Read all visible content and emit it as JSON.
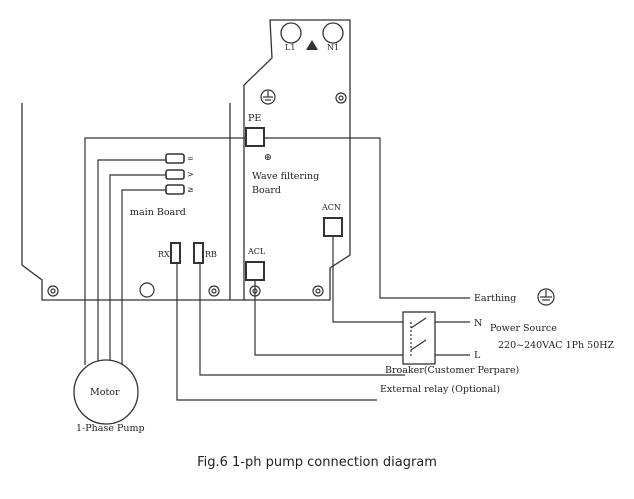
{
  "diagram": {
    "terminals": {
      "l1": "L1",
      "n1": "N1",
      "pe": "PE",
      "acn": "ACN",
      "acl": "ACL",
      "rx": "RX",
      "rb": "RB",
      "main_board_pins": [
        "=",
        ">",
        "≥"
      ]
    },
    "labels": {
      "wave_filtering_board_line1": "Wave filtering",
      "wave_filtering_board_line2": "Board",
      "main_board": "main Board",
      "earthing": "Earthing",
      "n": "N",
      "l": "L",
      "power_source": "Power Source",
      "power_spec": "220~240VAC 1Ph 50HZ",
      "breaker": "Broaker(Customer Perpare)",
      "external_relay": "External relay (Optional)",
      "motor": "Motor",
      "pump_type": "1-Phase Pump"
    }
  },
  "caption": "Fig.6   1-ph pump connection diagram"
}
